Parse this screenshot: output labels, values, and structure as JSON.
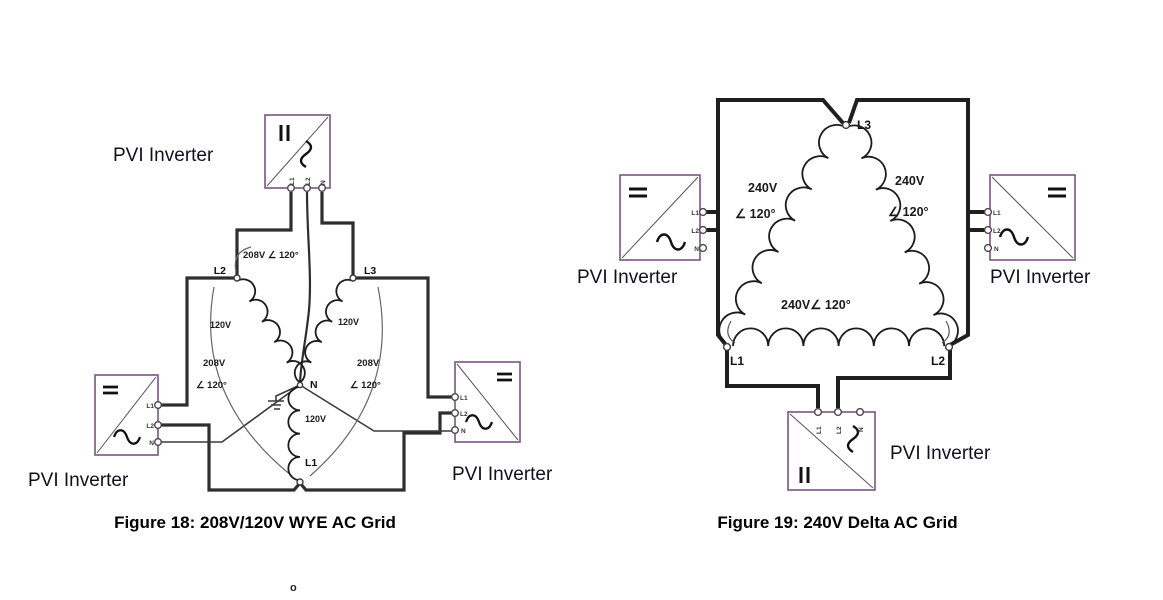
{
  "figure18": {
    "caption": "Figure 18: 208V/120V WYE AC Grid",
    "inverter_labels": {
      "top": "PVI Inverter",
      "left": "PVI Inverter",
      "right": "PVI Inverter"
    },
    "terminals": {
      "l1": "L1",
      "l2": "L2",
      "n": "N"
    },
    "nodes": {
      "l1": "L1",
      "l2": "L2",
      "l3": "L3",
      "n": "N"
    },
    "phase": {
      "top": "208V ∠ 120°",
      "left_v": "208V",
      "left_a": "∠ 120°",
      "right_v": "208V",
      "right_a": "∠ 120°"
    },
    "coil": {
      "left": "120V",
      "right": "120V",
      "bottom": "120V"
    }
  },
  "figure19": {
    "caption": "Figure 19: 240V Delta AC Grid",
    "inverter_labels": {
      "left": "PVI Inverter",
      "right": "PVI Inverter",
      "bottom": "PVI Inverter"
    },
    "terminals": {
      "l1": "L1",
      "l2": "L2",
      "n": "N"
    },
    "nodes": {
      "l1": "L1",
      "l2": "L2",
      "l3": "L3"
    },
    "phase": {
      "left_v": "240V",
      "left_a": "∠ 120°",
      "right_v": "240V",
      "right_a": "∠ 120°",
      "bottom": "240V∠ 120°"
    }
  },
  "stray": {
    "glyph": "o"
  },
  "colors": {
    "box_border": "#7a5480",
    "wire": "#2e2e2e",
    "text": "#10101e"
  }
}
